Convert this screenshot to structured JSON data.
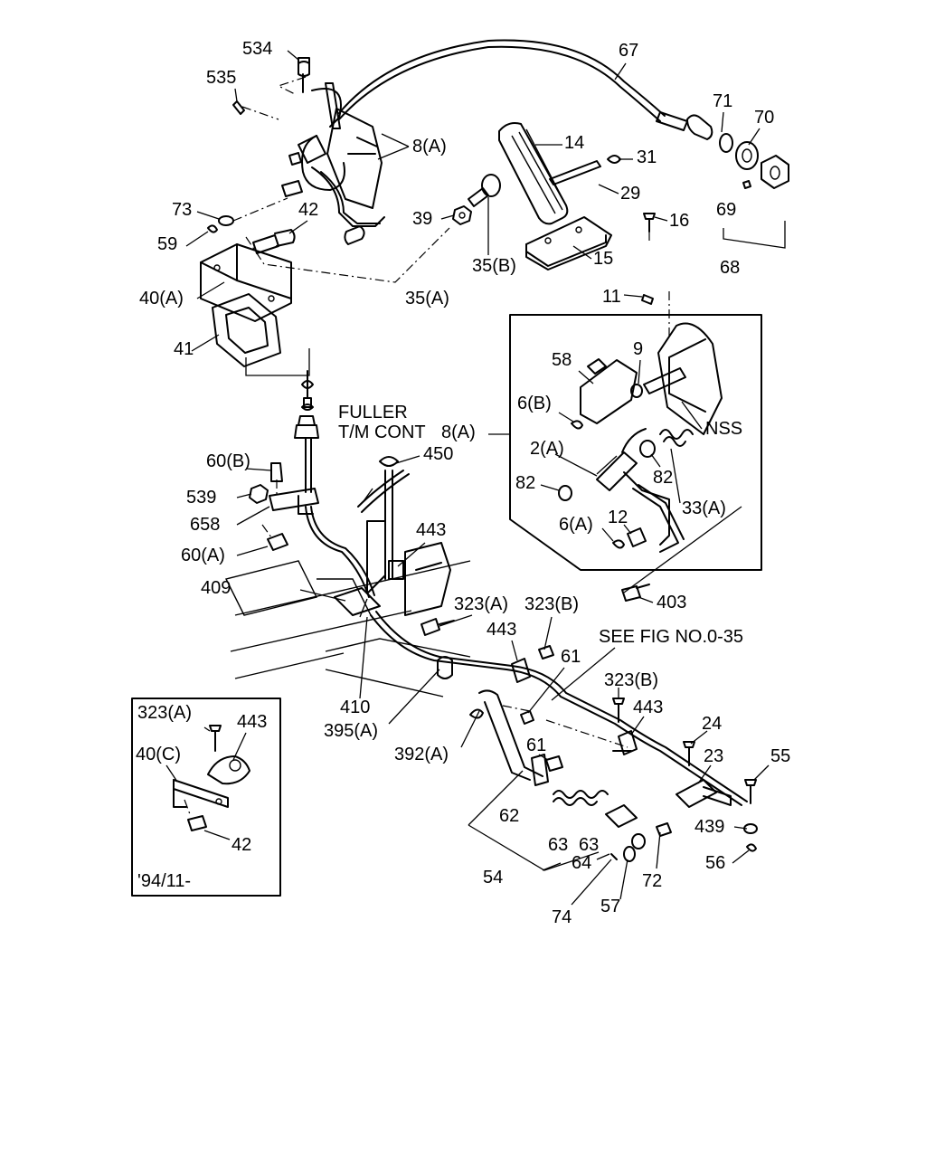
{
  "labels": {
    "p534": "534",
    "p535": "535",
    "p67": "67",
    "p71": "71",
    "p70": "70",
    "p14": "14",
    "p31": "31",
    "p8a_top": "8(A)",
    "p29": "29",
    "p16": "16",
    "p69": "69",
    "p73": "73",
    "p42_top": "42",
    "p39": "39",
    "p59": "59",
    "p35b": "35(B)",
    "p15": "15",
    "p68": "68",
    "p40a": "40(A)",
    "p35a": "35(A)",
    "p11": "11",
    "p41": "41",
    "p9": "9",
    "p58": "58",
    "p6b": "6(B)",
    "nss": "NSS",
    "fuller_1": "FULLER",
    "fuller_2": "T/M CONT",
    "p8a_mid": "8(A)",
    "p2a": "2(A)",
    "p60b": "60(B)",
    "p450": "450",
    "p82_left": "82",
    "p82_right": "82",
    "p539": "539",
    "p33a": "33(A)",
    "p6a": "6(A)",
    "p12": "12",
    "p658": "658",
    "p443_a": "443",
    "p60a": "60(A)",
    "p403": "403",
    "p409": "409",
    "p323a_mid": "323(A)",
    "p323b_mid": "323(B)",
    "p443_b": "443",
    "see_fig": "SEE FIG NO.0-35",
    "p61_a": "61",
    "p323b_right": "323(B)",
    "p443_c": "443",
    "p410": "410",
    "p24": "24",
    "p395a": "395(A)",
    "p392a": "392(A)",
    "p23": "23",
    "p55": "55",
    "p61_b": "61",
    "p62": "62",
    "p439": "439",
    "p63_a": "63",
    "p63_b": "63",
    "p56": "56",
    "p54": "54",
    "p64": "64",
    "p72": "72",
    "p57": "57",
    "p74": "74"
  },
  "inset": {
    "p323a": "323(A)",
    "p443": "443",
    "p40c": "40(C)",
    "p42": "42",
    "date": "'94/11-"
  }
}
